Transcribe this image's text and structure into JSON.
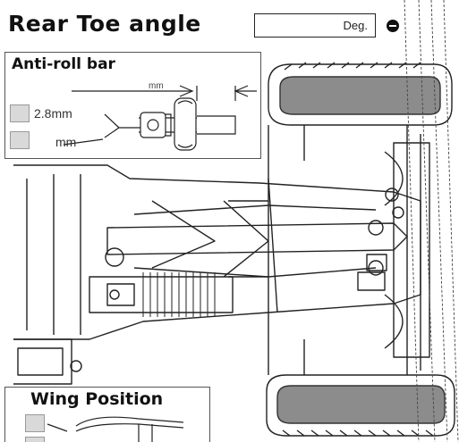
{
  "header": {
    "title": "Rear Toe angle",
    "unit_field": "Deg."
  },
  "anti_roll_bar": {
    "title": "Anti-roll bar",
    "dimension_unit": "mm",
    "options": [
      {
        "value": "2.8mm"
      },
      {
        "value": "mm"
      }
    ]
  },
  "wing_position": {
    "title": "Wing Position"
  }
}
